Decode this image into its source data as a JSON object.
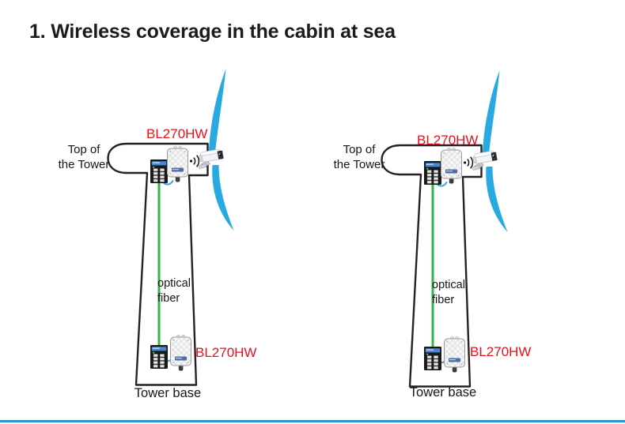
{
  "title": "1. Wireless coverage in the cabin at sea",
  "colors": {
    "accent_red": "#e8101c",
    "blade_blue": "#29a9e1",
    "fiber_green": "#35b44a",
    "outline_dark": "#272123",
    "footer_blue": "#2d93c8",
    "cable_blue": "#36a2e0"
  },
  "diagrams": [
    {
      "id": "left",
      "top_of_tower": [
        "Top of",
        "the Tower"
      ],
      "devices": {
        "top_wireless_ap": "BL270HW",
        "bottom_wireless_ap": "BL270HW"
      },
      "optical_fiber": [
        "optical",
        "fiber"
      ],
      "tower_base": "Tower base"
    },
    {
      "id": "right",
      "top_of_tower": [
        "Top of",
        "the Tower"
      ],
      "devices": {
        "top_wireless_ap": "BL270HW",
        "bottom_wireless_ap": "BL270HW"
      },
      "optical_fiber": [
        "optical",
        "fiber"
      ],
      "tower_base": "Tower base"
    }
  ]
}
